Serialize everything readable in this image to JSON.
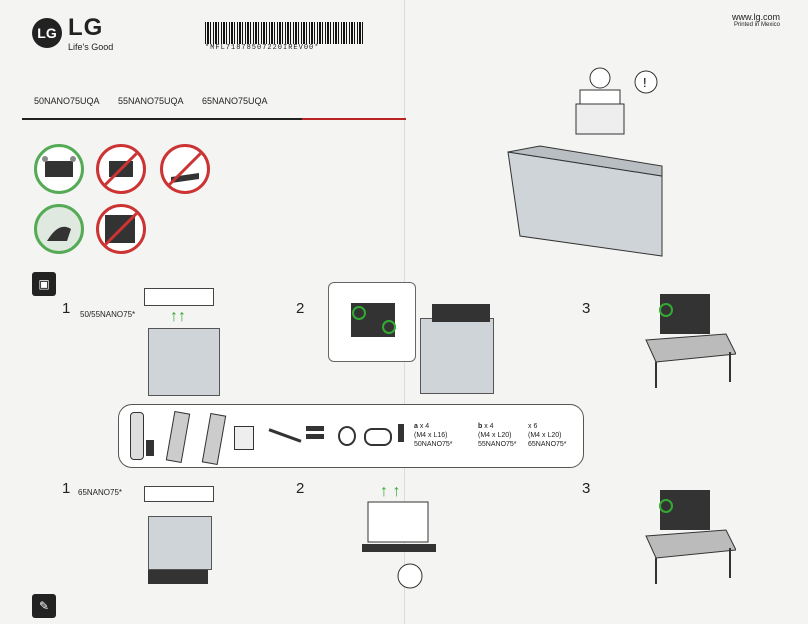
{
  "header": {
    "logo": {
      "brand": "LG",
      "circle": "LG",
      "tagline": "Life's Good"
    },
    "barcode_text": "*MFL71878507220IREV00*",
    "website": "www.lg.com",
    "printed": "Printed in Mexico"
  },
  "models": [
    "50NANO75UQA",
    "55NANO75UQA",
    "65NANO75UQA"
  ],
  "warnings": {
    "ok_icons": [
      "two-people-carry-icon",
      "hand-hold-icon"
    ],
    "no_icons": [
      "lift-by-screen-icon",
      "lay-flat-icon",
      "touch-screen-icon"
    ]
  },
  "colors": {
    "ok": "#55aa55",
    "no": "#cc3333",
    "accent_rule": "#bb2222"
  },
  "sections": {
    "top": {
      "step1": {
        "num": "1",
        "label": "50/55NANO75*"
      },
      "step2": {
        "num": "2"
      },
      "step3": {
        "num": "3"
      }
    },
    "bottom": {
      "step1": {
        "num": "1",
        "label": "65NANO75*"
      },
      "step2": {
        "num": "2"
      },
      "step3": {
        "num": "3"
      }
    }
  },
  "parts": {
    "icons": [
      "remote-icon",
      "batteries-icon",
      "stand-left-icon",
      "stand-right-icon",
      "manual-icon",
      "cable-icon",
      "cable-holder-icon",
      "clip-icon",
      "power-cord-icon"
    ],
    "screws": [
      {
        "letter": "a",
        "count": "x 4",
        "size": "(M4 x L16)",
        "model": "50NANO75*"
      },
      {
        "letter": "b",
        "count": "x 4",
        "size": "(M4 x L20)",
        "model": "55NANO75*"
      },
      {
        "letter": "",
        "count": "x 6",
        "size": "(M4 x L20)",
        "model": "65NANO75*"
      }
    ]
  }
}
